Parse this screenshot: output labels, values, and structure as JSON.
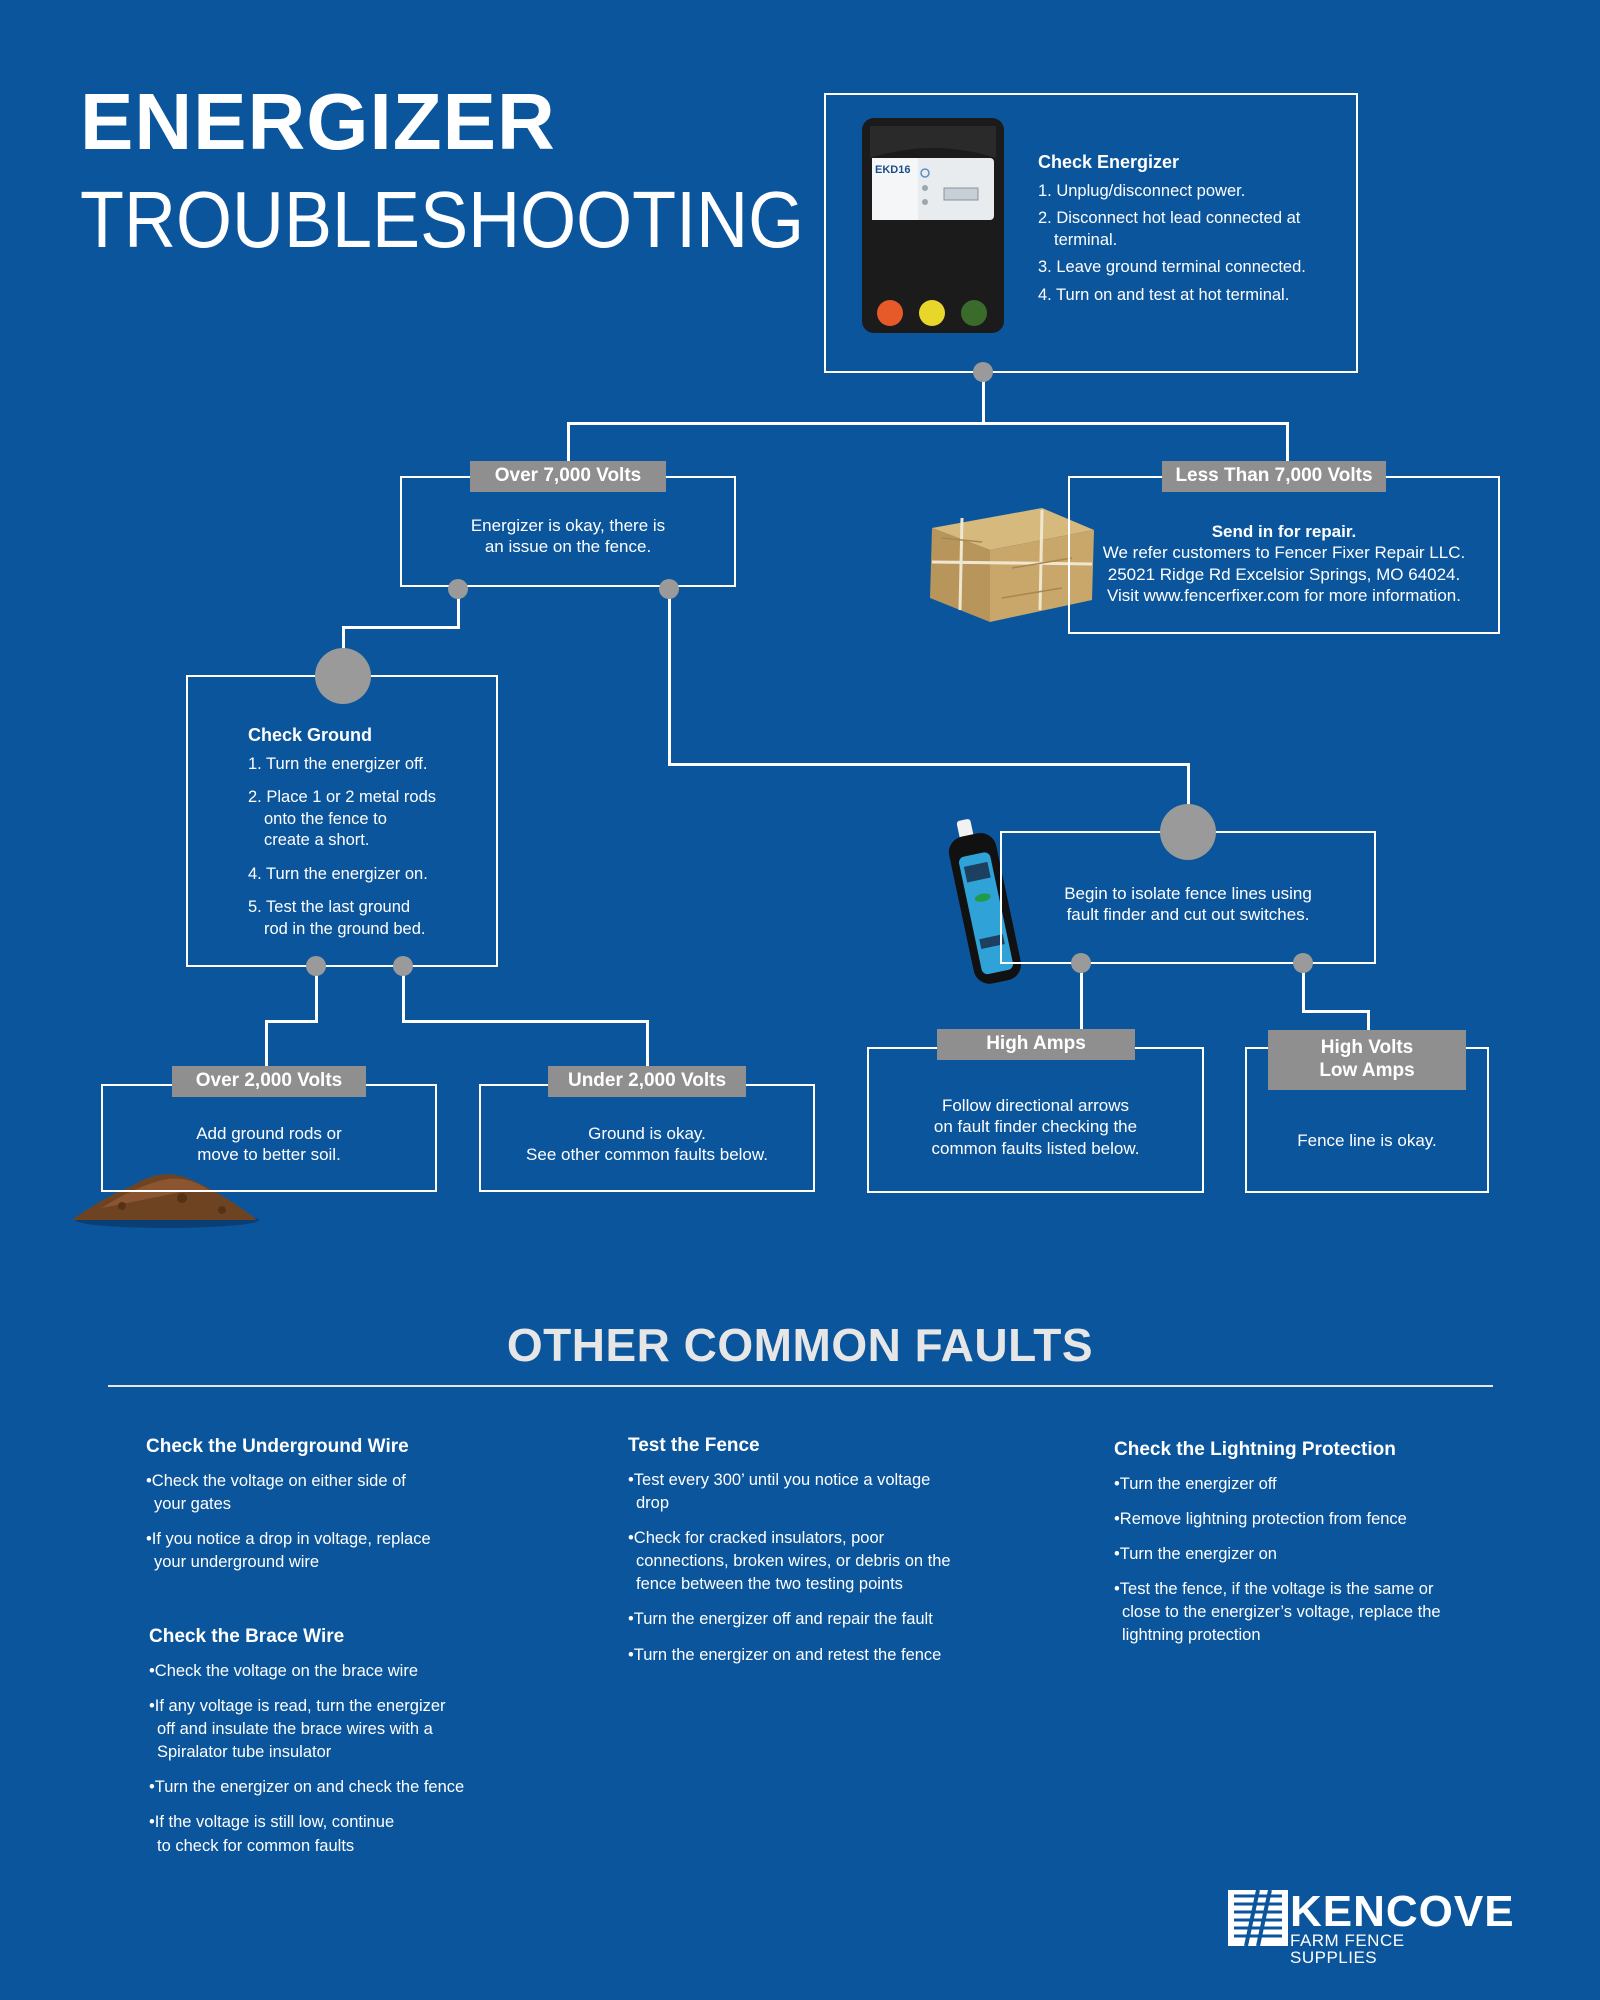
{
  "title": {
    "line1": "ENERGIZER",
    "line2": "TROUBLESHOOTING"
  },
  "check_energizer": {
    "heading": "Check Energizer",
    "steps": [
      "1. Unplug/disconnect power.",
      "2. Disconnect hot lead connected at",
      "terminal.",
      "3. Leave ground terminal connected.",
      "4. Turn on and test at hot terminal."
    ],
    "device_label": "EKD16"
  },
  "over_7000": {
    "tag": "Over 7,000 Volts",
    "line1": "Energizer is okay, there is",
    "line2": "an issue on the fence."
  },
  "less_7000": {
    "tag": "Less Than 7,000 Volts",
    "heading": "Send in for repair.",
    "line1": "We refer customers to Fencer Fixer Repair LLC.",
    "line2": "25021 Ridge Rd Excelsior Springs, MO 64024.",
    "line3": "Visit www.fencerfixer.com for more information."
  },
  "check_ground": {
    "heading": "Check Ground",
    "s1": "1. Turn the energizer off.",
    "s2a": "2. Place 1 or 2 metal rods",
    "s2b": "onto the fence to",
    "s2c": "create a short.",
    "s4": "4. Turn the energizer on.",
    "s5a": "5. Test the last ground",
    "s5b": "rod in the ground bed."
  },
  "isolate": {
    "line1": "Begin to isolate fence lines using",
    "line2": "fault finder and cut out switches."
  },
  "over_2000": {
    "tag": "Over 2,000 Volts",
    "line1": "Add ground rods or",
    "line2": "move to better soil."
  },
  "under_2000": {
    "tag": "Under 2,000 Volts",
    "line1": "Ground is okay.",
    "line2": "See other common faults below."
  },
  "high_amps": {
    "tag": "High Amps",
    "line1": "Follow directional arrows",
    "line2": "on fault finder checking the",
    "line3": "common faults listed below."
  },
  "high_volts": {
    "tag1": "High Volts",
    "tag2": "Low Amps",
    "line1": "Fence line is okay."
  },
  "faults_title": "OTHER COMMON FAULTS",
  "underground": {
    "heading": "Check the Underground Wire",
    "b1a": "•Check the voltage on either side of",
    "b1b": "your gates",
    "b2a": "•If you notice a drop in voltage, replace",
    "b2b": "your underground wire"
  },
  "brace": {
    "heading": "Check the Brace Wire",
    "b1": "•Check the voltage on the brace wire",
    "b2a": "•If any voltage is read, turn the energizer",
    "b2b": "off and insulate the brace wires with a",
    "b2c": "Spiralator tube insulator",
    "b3": "•Turn the energizer on and check the fence",
    "b4a": "•If the voltage is still low, continue",
    "b4b": "to check for common faults"
  },
  "test_fence": {
    "heading": "Test the Fence",
    "b1a": "•Test every 300’ until you notice a voltage",
    "b1b": "drop",
    "b2a": "•Check for cracked insulators, poor",
    "b2b": "connections, broken wires, or debris on the",
    "b2c": "fence between the two testing points",
    "b3": "•Turn the energizer off and repair the fault",
    "b4": "•Turn the energizer on and retest the fence"
  },
  "lightning": {
    "heading": "Check the Lightning Protection",
    "b1": "•Turn the energizer off",
    "b2": "•Remove lightning protection from fence",
    "b3": "•Turn the energizer on",
    "b4a": "•Test the fence, if the voltage is the same or",
    "b4b": "close to the energizer’s voltage, replace the",
    "b4c": "lightning protection"
  },
  "logo": {
    "word": "KENCOVE",
    "sub": "FARM FENCE SUPPLIES"
  },
  "colors": {
    "background": "#0b559c",
    "tag": "#8f8f8f",
    "dot": "#9a9a9a"
  }
}
